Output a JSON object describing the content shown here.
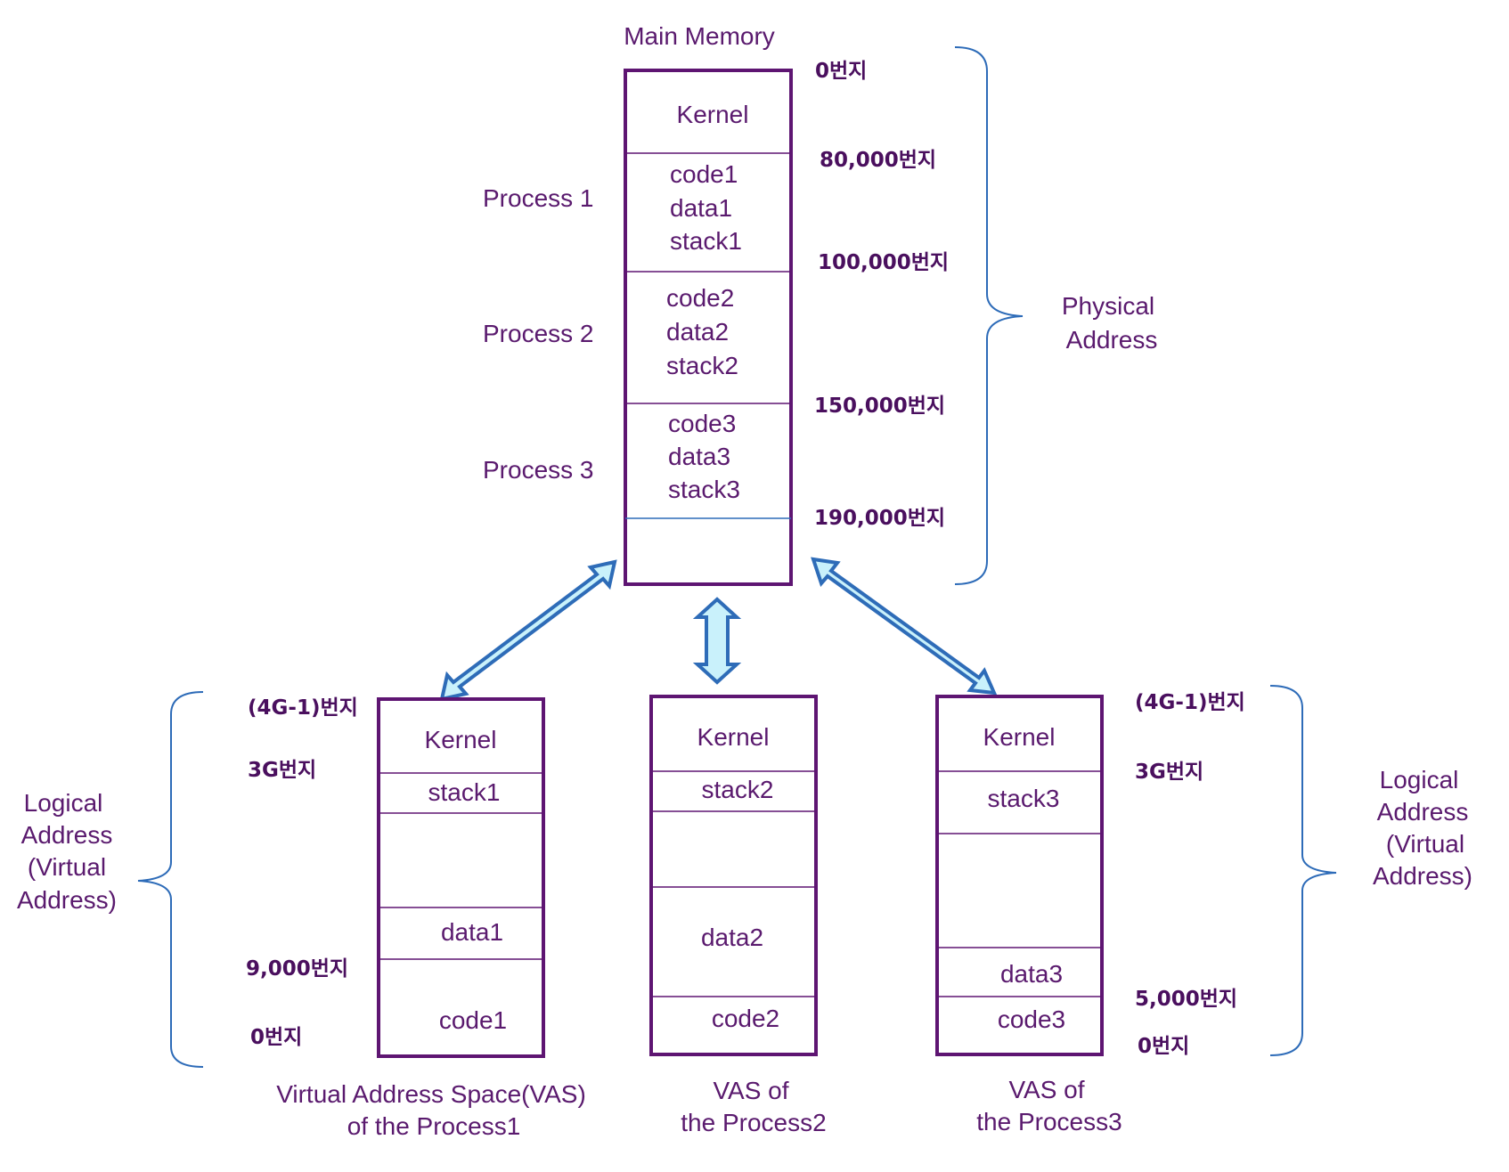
{
  "main_memory": {
    "title": "Main Memory",
    "segments": {
      "kernel": "Kernel",
      "p1": [
        "code1",
        "data1",
        "stack1"
      ],
      "p2": [
        "code2",
        "data2",
        "stack2"
      ],
      "p3": [
        "code3",
        "data3",
        "stack3"
      ]
    },
    "process_labels": [
      "Process 1",
      "Process 2",
      "Process 3"
    ],
    "addresses": [
      "0번지",
      "80,000번지",
      "100,000번지",
      "150,000번지",
      "190,000번지"
    ],
    "physical_label": [
      "Physical",
      "Address"
    ]
  },
  "vas1": {
    "kernel": "Kernel",
    "stack": "stack1",
    "data": "data1",
    "code": "code1",
    "caption": [
      "Virtual Address Space(VAS)",
      "of the Process1"
    ],
    "addresses": [
      "(4G-1)번지",
      "3G번지",
      "9,000번지",
      "0번지"
    ]
  },
  "vas2": {
    "kernel": "Kernel",
    "stack": "stack2",
    "data": "data2",
    "code": "code2",
    "caption": [
      "VAS of",
      "the Process2"
    ]
  },
  "vas3": {
    "kernel": "Kernel",
    "stack": "stack3",
    "data": "data3",
    "code": "code3",
    "caption": [
      "VAS of",
      "the Process3"
    ],
    "addresses": [
      "(4G-1)번지",
      "3G번지",
      "5,000번지",
      "0번지"
    ]
  },
  "logical_label": [
    "Logical",
    "Address",
    "(Virtual",
    "Address)"
  ],
  "colors": {
    "box_stroke": "#5e1572",
    "text": "#5a1a6e",
    "brace": "#2d6bb8",
    "arrow_fill": "#c9f1fb",
    "arrow_stroke": "#2e6cb8"
  }
}
